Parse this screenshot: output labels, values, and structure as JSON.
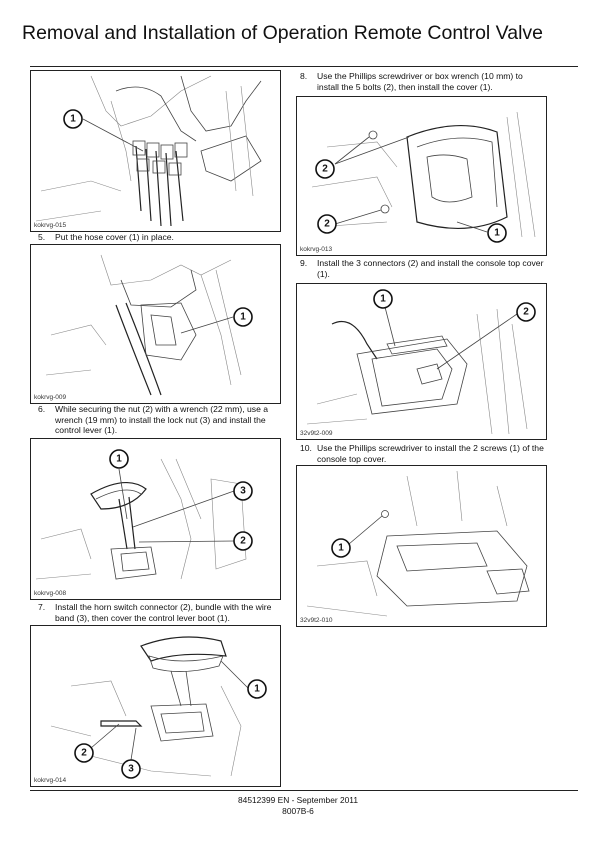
{
  "page": {
    "title": "Removal and Installation of Operation Remote Control Valve"
  },
  "figures": [
    {
      "id": "kokrvg-015",
      "callouts": [
        "1"
      ]
    },
    {
      "id": "kokrvg-009",
      "callouts": [
        "1"
      ]
    },
    {
      "id": "kokrvg-008",
      "callouts": [
        "1",
        "3",
        "2"
      ]
    },
    {
      "id": "kokrvg-014",
      "callouts": [
        "1",
        "2",
        "3"
      ]
    },
    {
      "id": "kokrvg-013",
      "callouts": [
        "2",
        "2",
        "1"
      ]
    },
    {
      "id": "32v9t2-009",
      "callouts": [
        "1",
        "2"
      ]
    },
    {
      "id": "32v9t2-010",
      "callouts": [
        "1"
      ]
    }
  ],
  "steps": [
    {
      "number": "5.",
      "text": "Put the hose cover (1) in place."
    },
    {
      "number": "6.",
      "text": "While securing the nut (2) with a wrench (22 mm), use a wrench (19 mm) to install the lock nut (3) and install the control lever (1)."
    },
    {
      "number": "7.",
      "text": "Install the horn switch connector (2), bundle with the wire band (3), then cover the control lever boot (1)."
    },
    {
      "number": "8.",
      "text": "Use the Phillips screwdriver or box wrench (10 mm) to install the 5 bolts (2), then install the cover (1)."
    },
    {
      "number": "9.",
      "text": "Install the 3 connectors (2) and install the console top cover (1)."
    },
    {
      "number": "10.",
      "text": "Use the Phillips screwdriver to install the 2 screws (1) of the console top cover."
    }
  ],
  "footer": {
    "doc_line": "84512399 EN - September 2011",
    "page_line": "8007B-6"
  }
}
